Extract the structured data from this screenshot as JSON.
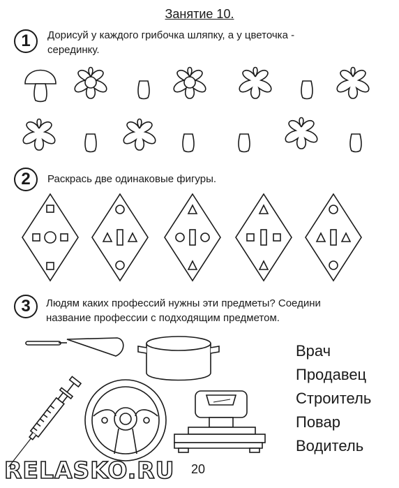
{
  "title": "Занятие 10.",
  "tasks": [
    {
      "number": "1",
      "text_line1": "Дорисуй у каждого грибочка шляпку, а у цветочка -",
      "text_line2": "серединку."
    },
    {
      "number": "2",
      "text_line1": "Раскрась две одинаковые фигуры."
    },
    {
      "number": "3",
      "text_line1": "Людям каких профессий нужны эти предметы? Соедини",
      "text_line2": "название профессии с подходящим предметом."
    }
  ],
  "professions": [
    "Врач",
    "Продавец",
    "Строитель",
    "Повар",
    "Водитель"
  ],
  "page_number": "20",
  "watermark": "RELASKO.RU",
  "icons": [
    "mushroom-icon",
    "flower-icon",
    "mushroom-stem-icon",
    "diamond-figure-icon",
    "trowel-icon",
    "pot-icon",
    "syringe-icon",
    "steering-wheel-icon",
    "scales-icon"
  ]
}
